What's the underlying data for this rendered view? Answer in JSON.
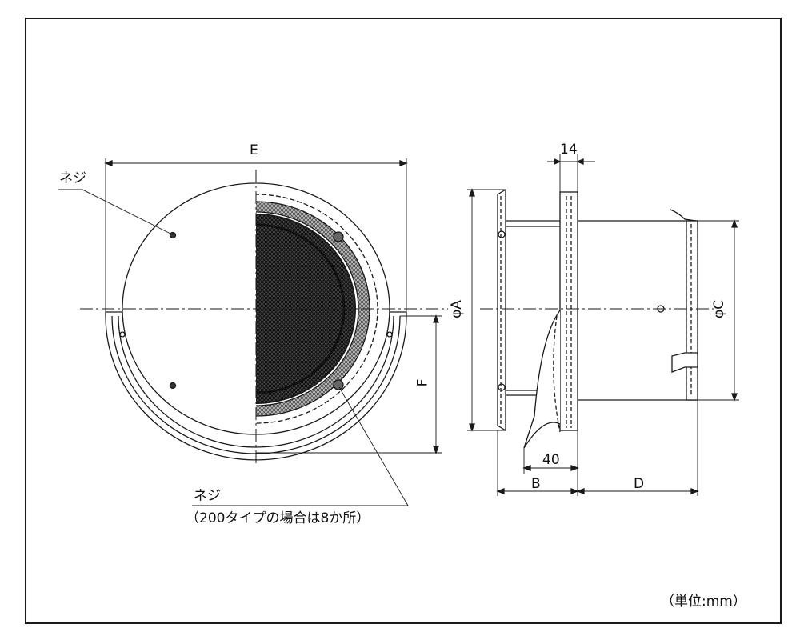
{
  "labels": {
    "dim_e": "E",
    "dim_f": "F",
    "dim_phi_a": "φA",
    "dim_phi_c": "φC",
    "dim_14": "14",
    "dim_40": "40",
    "dim_b": "B",
    "dim_d": "D",
    "screw_top": "ネジ",
    "screw_bottom": "ネジ",
    "screw_note": "（200タイプの場合は8か所）",
    "unit": "（単位:mm）"
  },
  "colors": {
    "line": "#1a1a1a",
    "mesh_dark": "#2a2a2a",
    "mesh_light": "#8a8a8a"
  }
}
